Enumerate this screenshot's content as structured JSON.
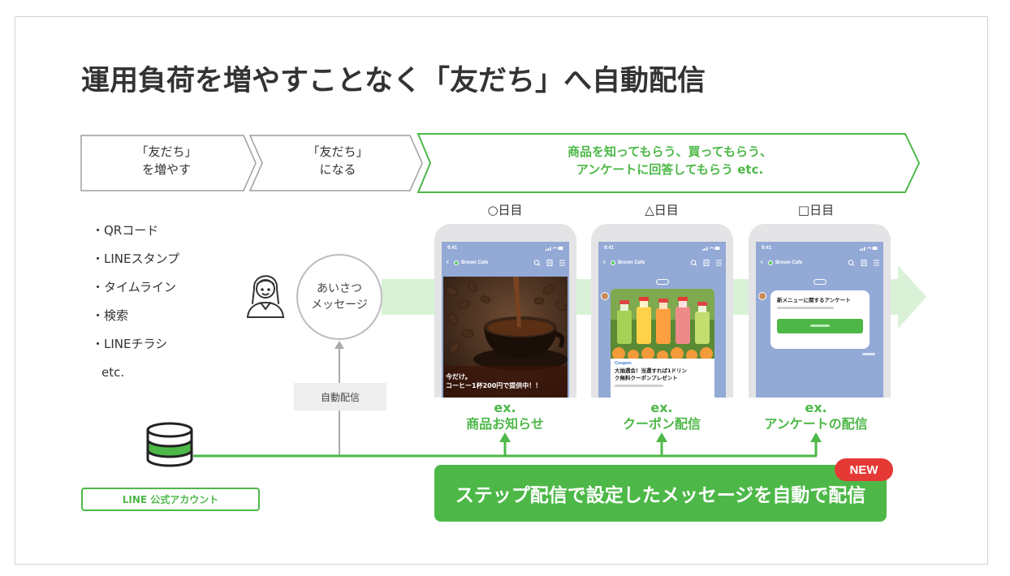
{
  "title": "運用負荷を増やすことなく「友だち」へ自動配信",
  "steps": [
    {
      "lines": [
        "「友だち」",
        "を増やす"
      ]
    },
    {
      "lines": [
        "「友だち」",
        "になる"
      ]
    },
    {
      "lines": [
        "商品を知ってもらう、買ってもらう、",
        "アンケートに回答してもらう etc."
      ]
    }
  ],
  "channels": [
    "・QRコード",
    "・LINEスタンプ",
    "・タイムライン",
    "・検索",
    "・LINEチラシ",
    "etc."
  ],
  "greeting_message": {
    "lines": [
      "あいさつ",
      "メッセージ"
    ]
  },
  "auto_delivery_label": "自動配信",
  "days": [
    "○日目",
    "△日目",
    "□日目"
  ],
  "phones": [
    {
      "time": "9:41",
      "chat_name": "Brown Cafe",
      "message": [
        "今だけ。",
        "コーヒー1杯200円で提供中！！"
      ]
    },
    {
      "time": "9:41",
      "chat_name": "Brown Cafe",
      "card_tag": "Coupon",
      "card_text": [
        "大抽選会！当選すれば1ドリン",
        "ク無料クーポンプレゼント"
      ]
    },
    {
      "time": "9:41",
      "chat_name": "Brown Cafe",
      "card_title": "新メニューに関するアンケート"
    }
  ],
  "examples": [
    {
      "prefix": "ex.",
      "label": "商品お知らせ"
    },
    {
      "prefix": "ex.",
      "label": "クーポン配信"
    },
    {
      "prefix": "ex.",
      "label": "アンケートの配信"
    }
  ],
  "account_label": "LINE 公式アカウント",
  "step_delivery": {
    "label": "ステップ配信で設定したメッセージを自動で配信",
    "badge": "NEW"
  },
  "icons": {
    "operator": "person-icon",
    "account_store": "database-icon",
    "back": "chevron-left-icon",
    "search": "search-icon",
    "note": "note-icon",
    "menu": "menu-icon"
  },
  "colors": {
    "green": "#4db848",
    "light_green": "#d9f1d6",
    "red": "#e53935",
    "text": "#333333",
    "gray_border": "#9e9e9e",
    "phone_screen": "#93a9d6"
  }
}
